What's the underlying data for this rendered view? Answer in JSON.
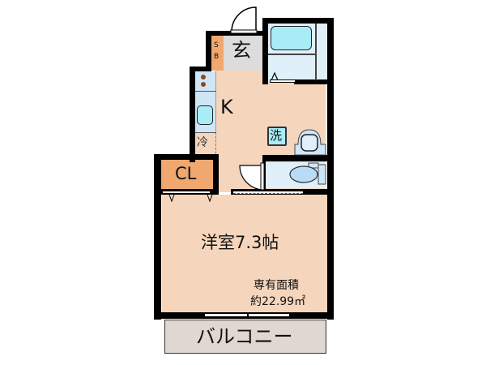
{
  "floorplan": {
    "rooms": {
      "entrance": {
        "label": "玄"
      },
      "shoe_box": {
        "label_top": "S",
        "label_bottom": "B"
      },
      "kitchen": {
        "label": "K"
      },
      "washer": {
        "label": "洗"
      },
      "fridge": {
        "label": "冷"
      },
      "closet": {
        "label": "CL"
      },
      "western_room": {
        "label": "洋室7.3帖"
      },
      "area": {
        "title": "専有面積",
        "value": "約22.99㎡"
      },
      "balcony": {
        "label": "バルコニー"
      }
    },
    "colors": {
      "floor": "#f5d6bd",
      "entrance": "#dcdcdc",
      "closet": "#f0a870",
      "shoe_box": "#f0a870",
      "wet_area": "#dff0fb",
      "bathtub": "#a8ecf6",
      "balcony": "#e0d8d0",
      "wall": "#000000"
    }
  }
}
